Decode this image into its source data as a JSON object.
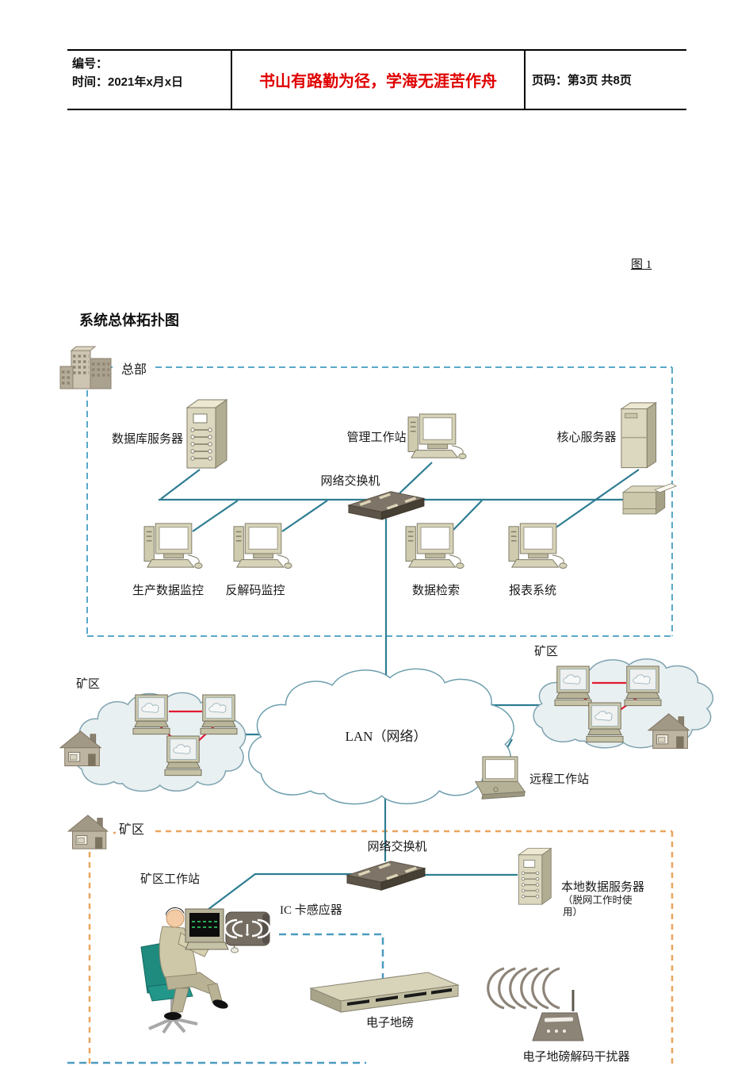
{
  "header": {
    "number_label": "编号：",
    "time_label": "时间：2021年x月x日",
    "motto": "书山有路勤为径，学海无涯苦作舟",
    "motto_color": "#e00000",
    "page_label": "页码：第3页 共8页"
  },
  "figure": {
    "caption": "图 1"
  },
  "title": {
    "text": "系统总体拓扑图"
  },
  "diagram": {
    "colors": {
      "link_line": "#2e7d92",
      "hq_dash": "#5aa8c8",
      "mine_dash": "#eaa55e",
      "red_link": "#e01b30",
      "device_beige": "#d7d3b8",
      "cloud_fill": "#e9f0f1"
    },
    "hq": {
      "label": "总部",
      "database_server": "数据库服务器",
      "management_ws": "管理工作站",
      "core_server": "核心服务器",
      "switch": "网络交换机",
      "production_monitor": "生产数据监控",
      "decode_monitor": "反解码监控",
      "data_retrieval": "数据检索",
      "report_system": "报表系统"
    },
    "wan": {
      "mine_left": "矿区",
      "mine_right": "矿区",
      "lan": "LAN（网络）",
      "remote_ws": "远程工作站"
    },
    "mine": {
      "label": "矿区",
      "switch": "网络交换机",
      "workstation": "矿区工作站",
      "local_server": "本地数据服务器",
      "local_server_note1": "（脱网工作时使",
      "local_server_note2": "用）",
      "ic_sensor": "IC 卡感应器",
      "weighbridge": "电子地磅",
      "jammer": "电子地磅解码干扰器"
    }
  }
}
